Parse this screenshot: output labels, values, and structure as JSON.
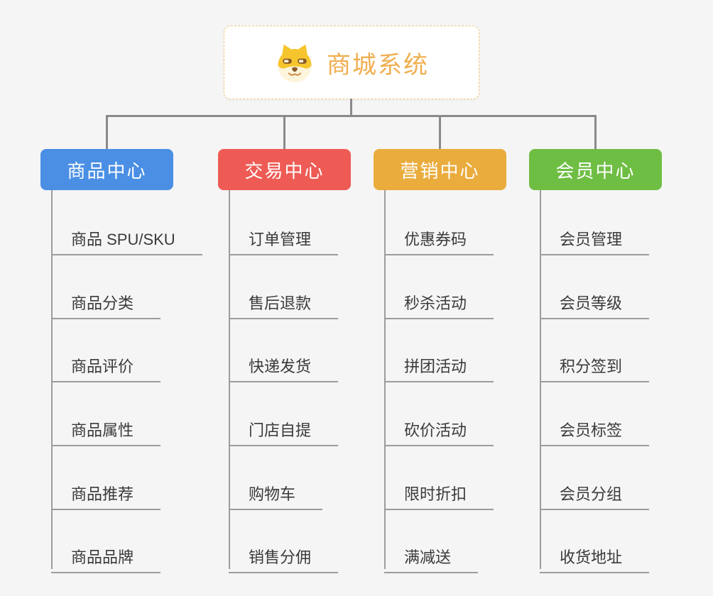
{
  "root": {
    "title": "商城系统",
    "icon": "doge-icon"
  },
  "branches": [
    {
      "label": "商品中心",
      "color": "#4A8FE4",
      "items": [
        "商品 SPU/SKU",
        "商品分类",
        "商品评价",
        "商品属性",
        "商品推荐",
        "商品品牌"
      ]
    },
    {
      "label": "交易中心",
      "color": "#EE5B55",
      "items": [
        "订单管理",
        "售后退款",
        "快递发货",
        "门店自提",
        "购物车",
        "销售分佣"
      ]
    },
    {
      "label": "营销中心",
      "color": "#EAAC3D",
      "items": [
        "优惠券码",
        "秒杀活动",
        "拼团活动",
        "砍价活动",
        "限时折扣",
        "满减送"
      ]
    },
    {
      "label": "会员中心",
      "color": "#6FBE44",
      "items": [
        "会员管理",
        "会员等级",
        "积分签到",
        "会员标签",
        "会员分组",
        "收货地址"
      ]
    }
  ],
  "colors": {
    "background": "#F5F5F5",
    "connector": "#8A8A8A",
    "leaf_line": "#9C9C9C",
    "leaf_text": "#3A3A3A",
    "root_border": "#F2C77D",
    "root_title": "#F0AE4F"
  }
}
